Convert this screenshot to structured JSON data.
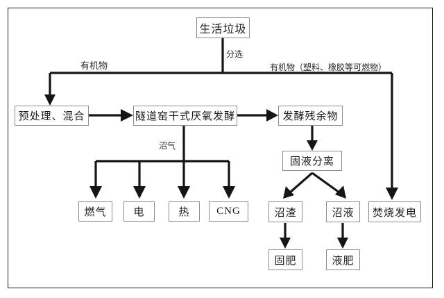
{
  "diagram": {
    "title_node": {
      "label": "生活垃圾"
    },
    "nodes": [
      {
        "id": "msw",
        "label": "生活垃圾"
      },
      {
        "id": "pretreat",
        "label": "预处理、混合"
      },
      {
        "id": "tunnel",
        "label": "隧道窑干式厌氧发酵"
      },
      {
        "id": "residue",
        "label": "发酵残余物"
      },
      {
        "id": "separation",
        "label": "固液分离"
      },
      {
        "id": "gas",
        "label": "燃气"
      },
      {
        "id": "power",
        "label": "电"
      },
      {
        "id": "heat",
        "label": "热"
      },
      {
        "id": "cng",
        "label": "CNG"
      },
      {
        "id": "biogas-residue",
        "label": "沼渣"
      },
      {
        "id": "biogas-slurry",
        "label": "沼液"
      },
      {
        "id": "solid-fertilizer",
        "label": "固肥"
      },
      {
        "id": "liquid-fertilizer",
        "label": "液肥"
      },
      {
        "id": "incineration",
        "label": "焚烧发电"
      }
    ],
    "edge_labels": [
      {
        "id": "sorting",
        "label": "分选"
      },
      {
        "id": "organic-left",
        "label": "有机物"
      },
      {
        "id": "organic-right",
        "label": "有机物（塑料、橡胶等可燃物）"
      },
      {
        "id": "biogas",
        "label": "沼气"
      }
    ],
    "colors": {
      "frame": "#231a16",
      "node_border": "#8d8d8d",
      "wire": "#151515",
      "text": "#1b1b1b",
      "background": "#ffffff"
    }
  }
}
